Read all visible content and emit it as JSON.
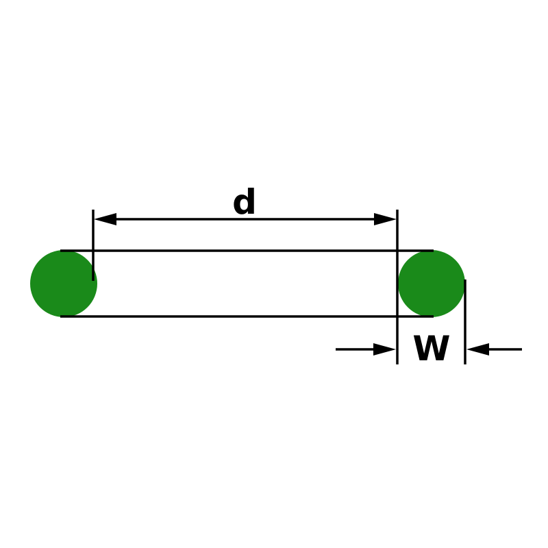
{
  "diagram": {
    "kind": "o-ring-dimension-drawing",
    "labels": {
      "inner_diameter": "d",
      "cross_section_width": "W"
    },
    "colors": {
      "ring_fill": "#1a8a1a",
      "line": "#000000",
      "background": "#ffffff"
    }
  }
}
